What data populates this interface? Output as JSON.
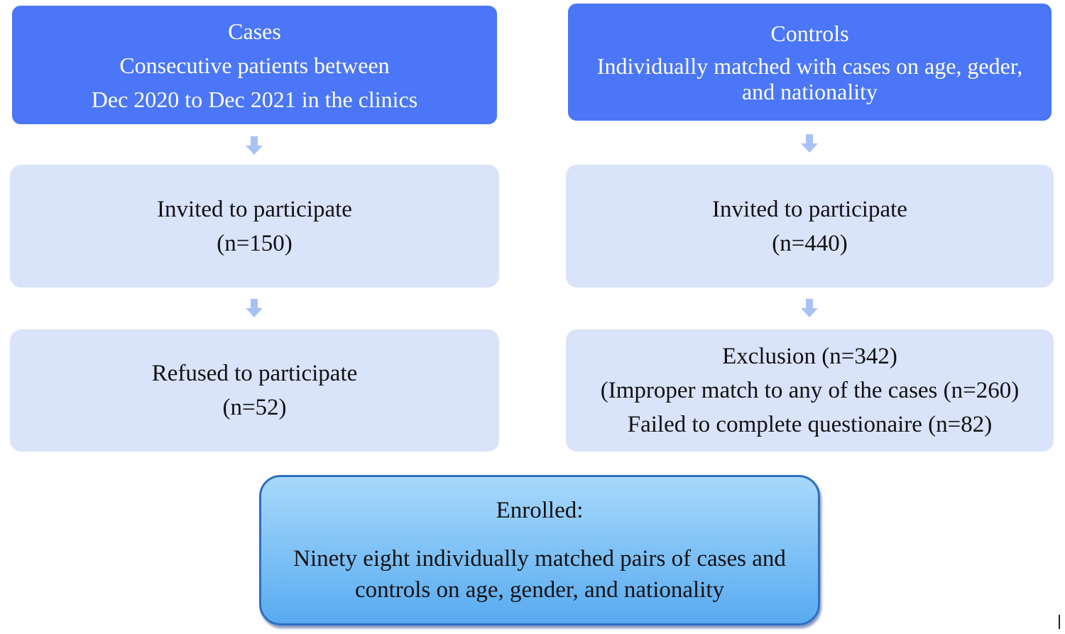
{
  "cases": {
    "header": {
      "title": "Cases",
      "line1": "Consecutive patients between",
      "line2": "Dec 2020 to Dec 2021 in the clinics"
    },
    "invited": {
      "label": "Invited to participate",
      "count": "(n=150)"
    },
    "refused": {
      "label": "Refused to participate",
      "count": "(n=52)"
    }
  },
  "controls": {
    "header": {
      "title": "Controls",
      "line1": "Individually matched with cases on age, geder,",
      "line2": "and nationality"
    },
    "invited": {
      "label": "Invited to participate",
      "count": "(n=440)"
    },
    "exclusion": {
      "title": "Exclusion (n=342)",
      "reason1": "(Improper match to any of the cases (n=260)",
      "reason2": "Failed to complete questionaire (n=82)"
    }
  },
  "enrolled": {
    "title": "Enrolled:",
    "line1": "Ninety eight individually matched pairs of cases and",
    "line2": "controls on age, gender, and nationality"
  },
  "colors": {
    "header_fill": "#4a76f7",
    "step_fill": "#d9e3fa",
    "arrow_fill": "#a9c2f5",
    "enrolled_fill": "#7cc0f6",
    "enrolled_border": "#2f6fc3"
  }
}
